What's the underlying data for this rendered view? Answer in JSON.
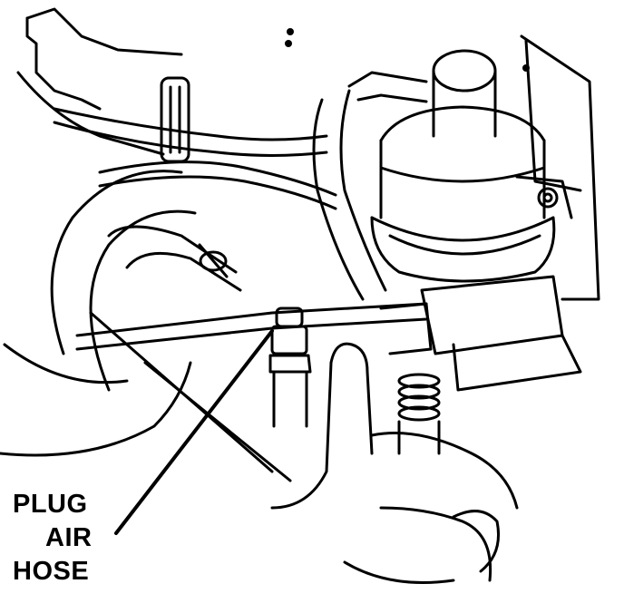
{
  "callout": {
    "line1": "PLUG",
    "line2": "AIR",
    "line3": "HOSE"
  }
}
